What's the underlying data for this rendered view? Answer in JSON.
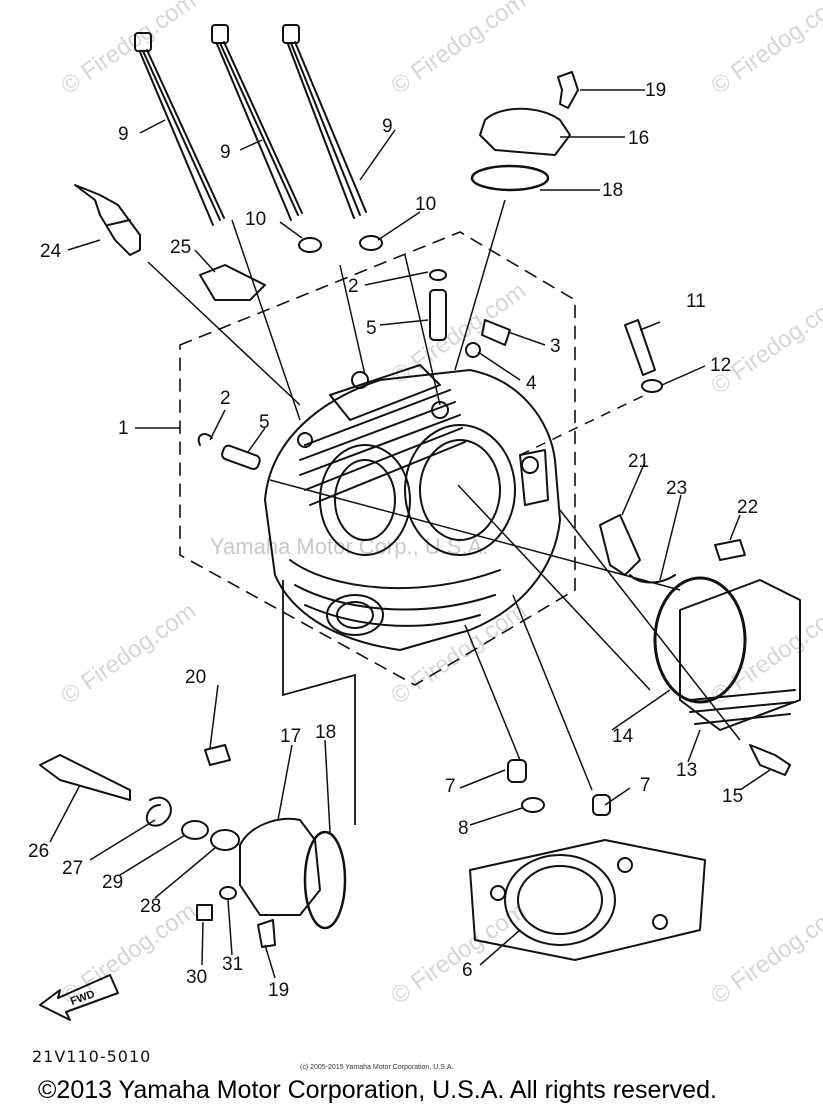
{
  "watermark": "© Firedog.com",
  "center_watermark": "Yamaha Motor Corp., U.S.A.",
  "diagram_code": "21V110-5010",
  "small_copyright": "(c) 2005-2015 Yamaha Motor Corporation, U.S.A.",
  "copyright": "©2013 Yamaha Motor Corporation, U.S.A. All rights reserved.",
  "fwd_label": "FWD",
  "part_labels": {
    "p1": "1",
    "p2a": "2",
    "p2b": "2",
    "p3": "3",
    "p4": "4",
    "p5a": "5",
    "p5b": "5",
    "p6": "6",
    "p7a": "7",
    "p7b": "7",
    "p8": "8",
    "p9a": "9",
    "p9b": "9",
    "p9c": "9",
    "p10a": "10",
    "p10b": "10",
    "p11": "11",
    "p12": "12",
    "p13": "13",
    "p14": "14",
    "p15": "15",
    "p16": "16",
    "p17": "17",
    "p18a": "18",
    "p18b": "18",
    "p19a": "19",
    "p19b": "19",
    "p20": "20",
    "p21": "21",
    "p22": "22",
    "p23": "23",
    "p24": "24",
    "p25": "25",
    "p26": "26",
    "p27": "27",
    "p28": "28",
    "p29": "29",
    "p30": "30",
    "p31": "31"
  }
}
